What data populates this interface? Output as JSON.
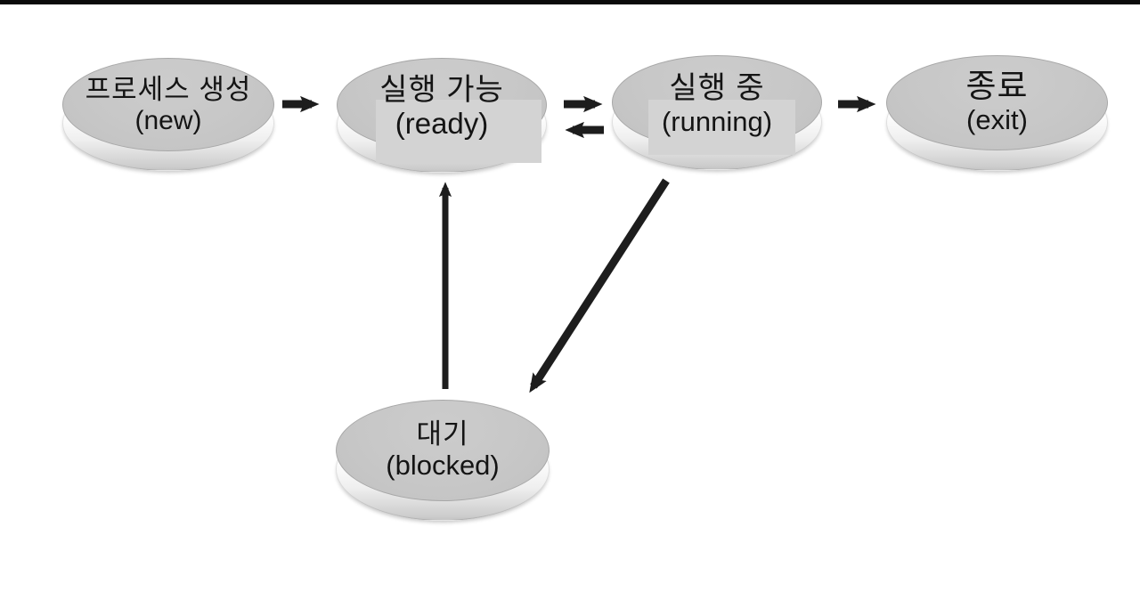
{
  "diagram": {
    "type": "state-diagram",
    "subject": "process-state-transition",
    "nodes": [
      {
        "id": "new",
        "label_ko": "프로세스 생성",
        "label_en": "(new)"
      },
      {
        "id": "ready",
        "label_ko": "실행 가능",
        "label_en": "(ready)"
      },
      {
        "id": "running",
        "label_ko": "실행 중",
        "label_en": "(running)"
      },
      {
        "id": "exit",
        "label_ko": "종료",
        "label_en": "(exit)"
      },
      {
        "id": "blocked",
        "label_ko": "대기",
        "label_en": "(blocked)"
      }
    ],
    "edges": [
      {
        "from": "new",
        "to": "ready"
      },
      {
        "from": "ready",
        "to": "running"
      },
      {
        "from": "running",
        "to": "ready"
      },
      {
        "from": "running",
        "to": "exit"
      },
      {
        "from": "running",
        "to": "blocked"
      },
      {
        "from": "blocked",
        "to": "ready"
      }
    ],
    "colors": {
      "background": "#ffffff",
      "top_bar": "#0a0a0a",
      "node_fill": "#c7c7c7",
      "node_rim": "#ffffff",
      "label_patch": "#d3d3d3",
      "arrow": "#1d1d1d",
      "text": "#141414"
    }
  }
}
